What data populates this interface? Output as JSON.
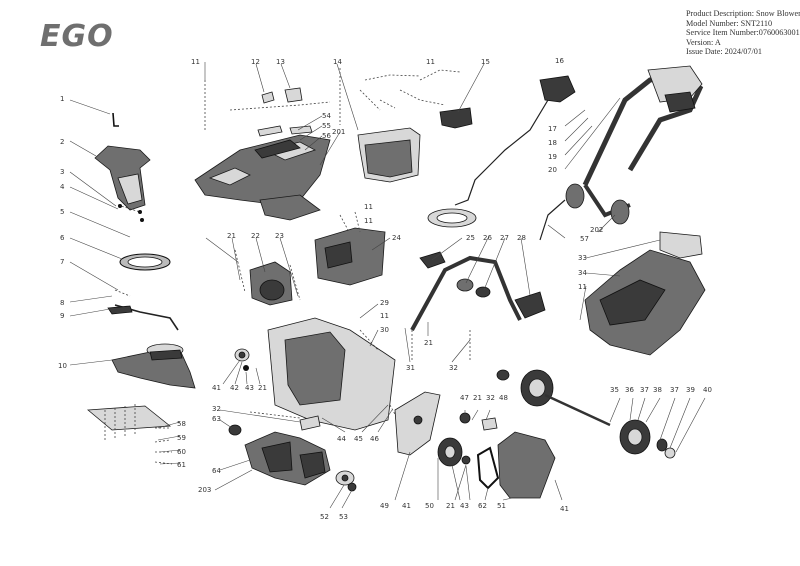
{
  "brand": {
    "logo_text": "EGO",
    "logo_color": "#6f6f6f"
  },
  "info": {
    "product_description": "Product Description: Snow Blower",
    "model_number": "Model Number: SNT2110",
    "service_item_number": "Service Item Number:0760063001S01",
    "version": "Version: A",
    "issue_date": "Issue Date: 2024/07/01"
  },
  "callouts": [
    "1",
    "2",
    "3",
    "4",
    "5",
    "6",
    "7",
    "8",
    "9",
    "10",
    "11",
    "12",
    "13",
    "11",
    "14",
    "15",
    "16",
    "17",
    "18",
    "19",
    "20",
    "54",
    "55",
    "56",
    "201",
    "11",
    "11",
    "21",
    "22",
    "23",
    "24",
    "25",
    "26",
    "27",
    "28",
    "57",
    "202",
    "33",
    "34",
    "11",
    "29",
    "11",
    "30",
    "31",
    "21",
    "32",
    "41",
    "42",
    "43",
    "21",
    "32",
    "63",
    "64",
    "203",
    "44",
    "45",
    "46",
    "49",
    "41",
    "50",
    "21",
    "43",
    "62",
    "51",
    "41",
    "47",
    "21",
    "32",
    "48",
    "52",
    "53",
    "35",
    "36",
    "37",
    "38",
    "37",
    "39",
    "40",
    "58",
    "59",
    "60",
    "61"
  ]
}
